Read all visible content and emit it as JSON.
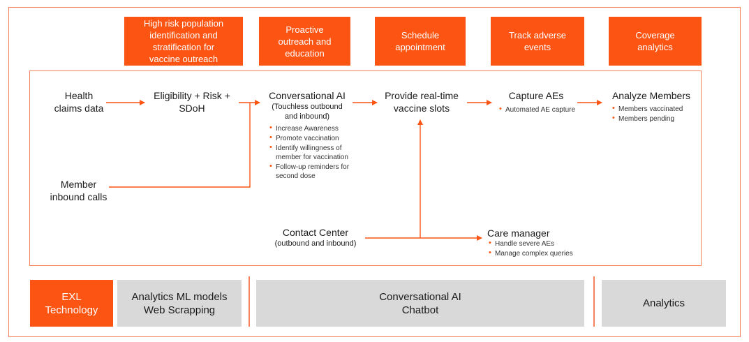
{
  "stages": [
    {
      "lines": [
        "High risk population",
        "identification and",
        "stratification for",
        "vaccine outreach"
      ]
    },
    {
      "lines": [
        "Proactive",
        "outreach and",
        "education"
      ]
    },
    {
      "lines": [
        "Schedule",
        "appointment"
      ]
    },
    {
      "lines": [
        "Track adverse",
        "events"
      ]
    },
    {
      "lines": [
        "Coverage",
        "analytics"
      ]
    }
  ],
  "nodes": {
    "health_claims": [
      "Health",
      "claims data"
    ],
    "member_calls": [
      "Member",
      "inbound calls"
    ],
    "eligibility": [
      "Eligibility + Risk +",
      "SDoH"
    ],
    "conv_ai": {
      "title": "Conversational AI",
      "sub": [
        "(Touchless outbound",
        "and inbound)"
      ]
    },
    "conv_ai_bullets": [
      "Increase Awareness",
      "Promote vaccination",
      "Identify willingness of member for vaccination",
      "Follow-up reminders for second dose"
    ],
    "vaccine_slots": [
      "Provide real-time",
      "vaccine slots"
    ],
    "capture_aes": "Capture AEs",
    "capture_bullets": [
      "Automated AE capture"
    ],
    "analyze": "Analyze Members",
    "analyze_bullets": [
      "Members vaccinated",
      "Members pending"
    ],
    "contact_center": {
      "title": "Contact Center",
      "sub": "(outbound and inbound)"
    },
    "care_manager": "Care manager",
    "care_bullets": [
      "Handle severe AEs",
      "Manage complex queries"
    ]
  },
  "bottom": {
    "exl": [
      "EXL",
      "Technology"
    ],
    "analytics_ml": [
      "Analytics ML models",
      "Web Scrapping"
    ],
    "conv_chatbot": [
      "Conversational AI",
      "Chatbot"
    ],
    "analytics": [
      "Analytics"
    ]
  },
  "colors": {
    "accent": "#fb5413",
    "line": "#f5825a",
    "gray": "#d9d9d9"
  }
}
